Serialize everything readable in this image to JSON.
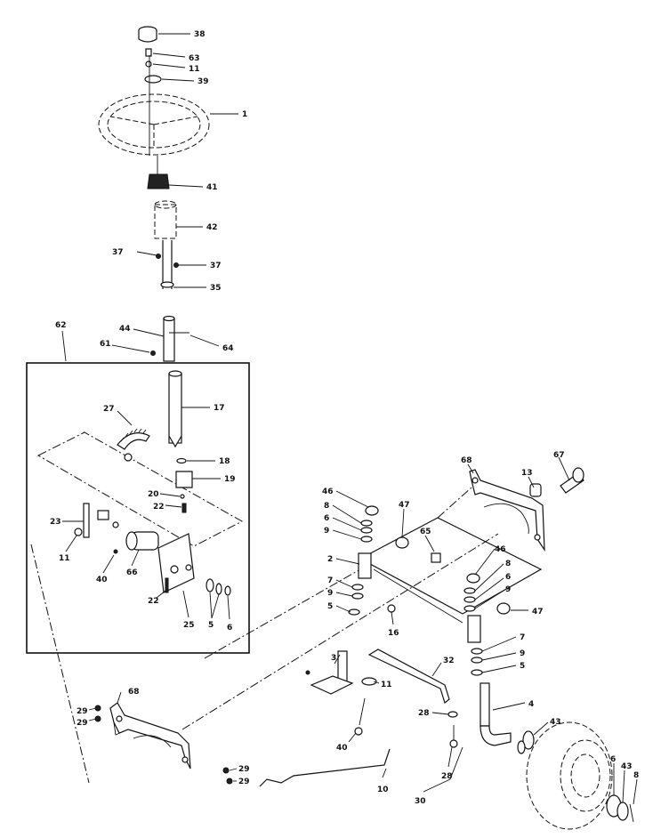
{
  "callouts": {
    "c38": "38",
    "c63": "63",
    "c11a": "11",
    "c39": "39",
    "c1": "1",
    "c41": "41",
    "c42": "42",
    "c37a": "37",
    "c37b": "37",
    "c35": "35",
    "c62": "62",
    "c44": "44",
    "c61": "61",
    "c64": "64",
    "c27": "27",
    "c17": "17",
    "c18": "18",
    "c19": "19",
    "c20": "20",
    "c22a": "22",
    "c23": "23",
    "c11b": "11",
    "c40a": "40",
    "c66": "66",
    "c22b": "22",
    "c25": "25",
    "c5a": "5",
    "c6a": "6",
    "c68a": "68",
    "c13": "13",
    "c67": "67",
    "c46a": "46",
    "c8a": "8",
    "c6b": "6",
    "c9a": "9",
    "c47a": "47",
    "c65": "65",
    "c2": "2",
    "c7a": "7",
    "c9b": "9",
    "c5b": "5",
    "c16": "16",
    "c46b": "46",
    "c8b": "8",
    "c6c": "6",
    "c9c": "9",
    "c47b": "47",
    "c7b": "7",
    "c9d": "9",
    "c5c": "5",
    "c3": "3",
    "c11c": "11",
    "c32": "32",
    "c28a": "28",
    "c4": "4",
    "c43a": "43",
    "c40b": "40",
    "c28b": "28",
    "c30": "30",
    "c10": "10",
    "c6d": "6",
    "c43b": "43",
    "c8c": "8",
    "c68b": "68",
    "c29a": "29",
    "c29b": "29",
    "c29c": "29",
    "c29d": "29"
  }
}
